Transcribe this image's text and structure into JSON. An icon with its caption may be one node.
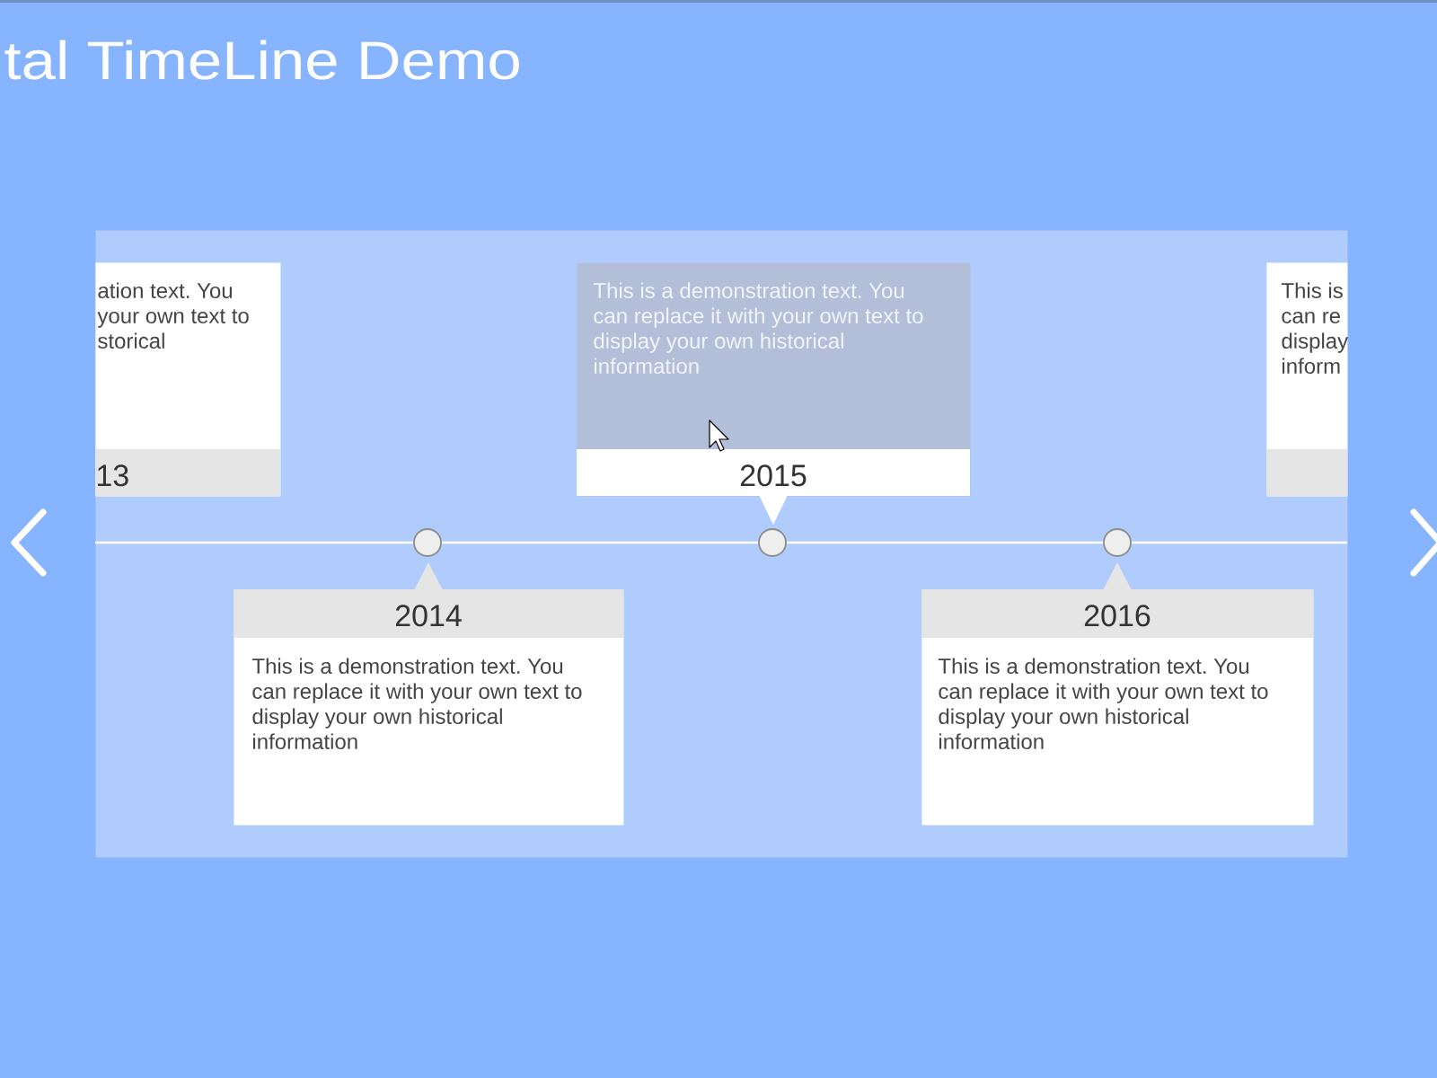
{
  "diagram": {
    "title": "tal TimeLine Demo",
    "nodes": [
      {
        "text": [],
        "shape": "box"
      },
      {
        "text": [
          "ation text. You your own text to storical",
          "13"
        ],
        "in": 0
      },
      {
        "text": [
          "This is a demonstration text. You can replace it with your own text to display your own historical information",
          "2015"
        ],
        "in": 0
      },
      {
        "text": [
          "This is can re display inform"
        ],
        "in": 0
      },
      {
        "text": [
          "2014",
          "This is a demonstration text. You can replace it with your own text to display your own historical information"
        ],
        "in": 0
      },
      {
        "text": [
          "2016",
          "This is a demonstration text. You can replace it with your own text to display your own historical information"
        ],
        "in": 0
      }
    ]
  }
}
